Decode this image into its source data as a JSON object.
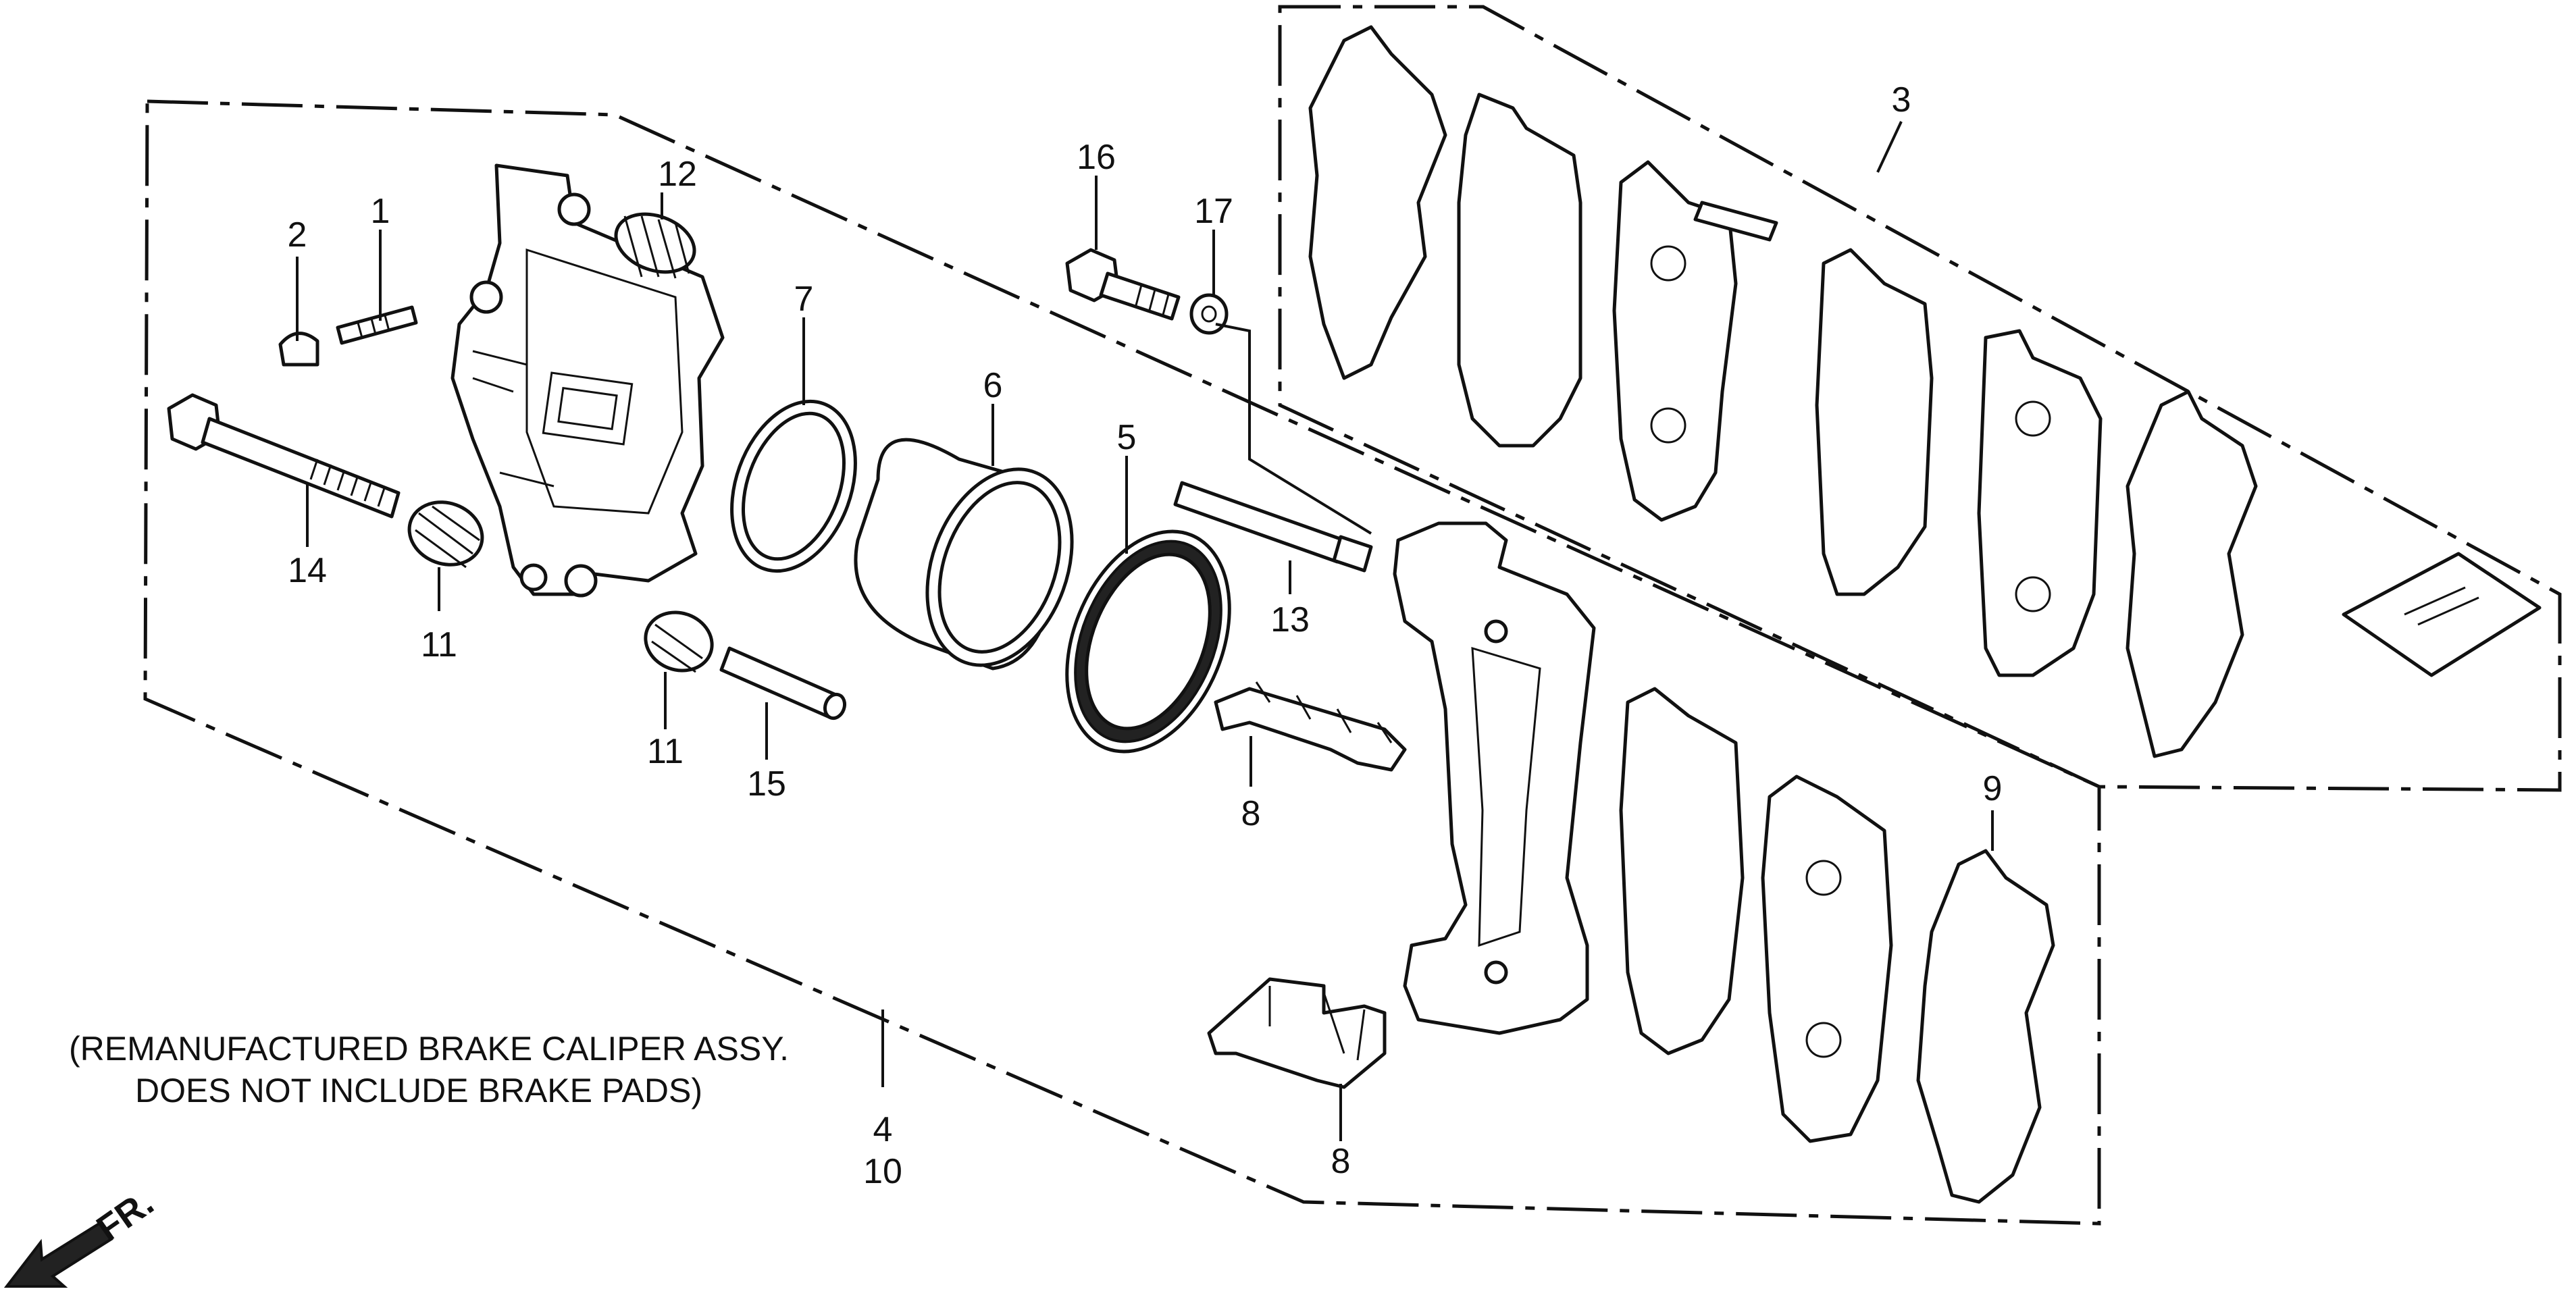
{
  "callouts": {
    "c1": "1",
    "c2": "2",
    "c3": "3",
    "c4": "4",
    "c5": "5",
    "c6": "6",
    "c7": "7",
    "c8a": "8",
    "c8b": "8",
    "c9": "9",
    "c10": "10",
    "c11a": "11",
    "c11b": "11",
    "c12": "12",
    "c13": "13",
    "c14": "14",
    "c15": "15",
    "c16": "16",
    "c17": "17"
  },
  "note": {
    "line1": "(REMANUFACTURED BRAKE CALIPER ASSY.",
    "line2": "DOES NOT INCLUDE BRAKE PADS)"
  },
  "direction": {
    "label": "FR."
  }
}
